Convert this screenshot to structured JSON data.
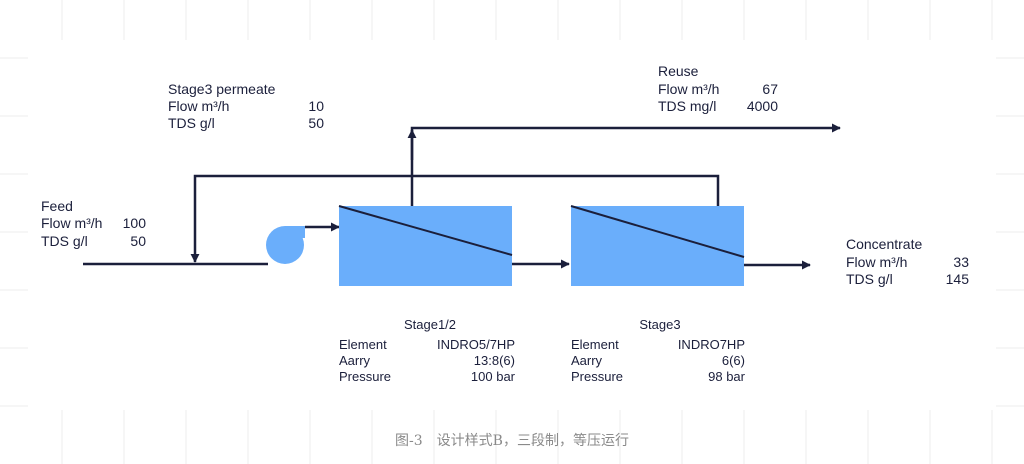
{
  "colors": {
    "line": "#1b1f3b",
    "module_fill": "#6aaefb",
    "pump_fill": "#6aaefb",
    "grid": "#e9e9e9",
    "caption": "#8a8a8a"
  },
  "stage3_permeate": {
    "title": "Stage3 permeate",
    "rows": [
      {
        "label": "Flow m³/h",
        "value": "10"
      },
      {
        "label": "TDS g/l",
        "value": "50"
      }
    ]
  },
  "reuse": {
    "title": "Reuse",
    "rows": [
      {
        "label": "Flow m³/h",
        "value": "67"
      },
      {
        "label": "TDS mg/l",
        "value": "4000"
      }
    ]
  },
  "feed": {
    "title": "Feed",
    "rows": [
      {
        "label": "Flow m³/h",
        "value": "100"
      },
      {
        "label": "TDS g/l",
        "value": "50"
      }
    ]
  },
  "concentrate": {
    "title": "Concentrate",
    "rows": [
      {
        "label": "Flow m³/h",
        "value": "33"
      },
      {
        "label": "TDS g/l",
        "value": "145"
      }
    ]
  },
  "stage12": {
    "title": "Stage1/2",
    "rows": [
      {
        "label": "Element",
        "value": "INDRO5/7HP"
      },
      {
        "label": "Aarry",
        "value": "13:8(6)"
      },
      {
        "label": "Pressure",
        "value": "100 bar"
      }
    ]
  },
  "stage3": {
    "title": "Stage3",
    "rows": [
      {
        "label": "Element",
        "value": "INDRO7HP"
      },
      {
        "label": "Aarry",
        "value": "6(6)"
      },
      {
        "label": "Pressure",
        "value": "98 bar"
      }
    ]
  },
  "caption": "图-3　设计样式B，三段制，等压运行"
}
